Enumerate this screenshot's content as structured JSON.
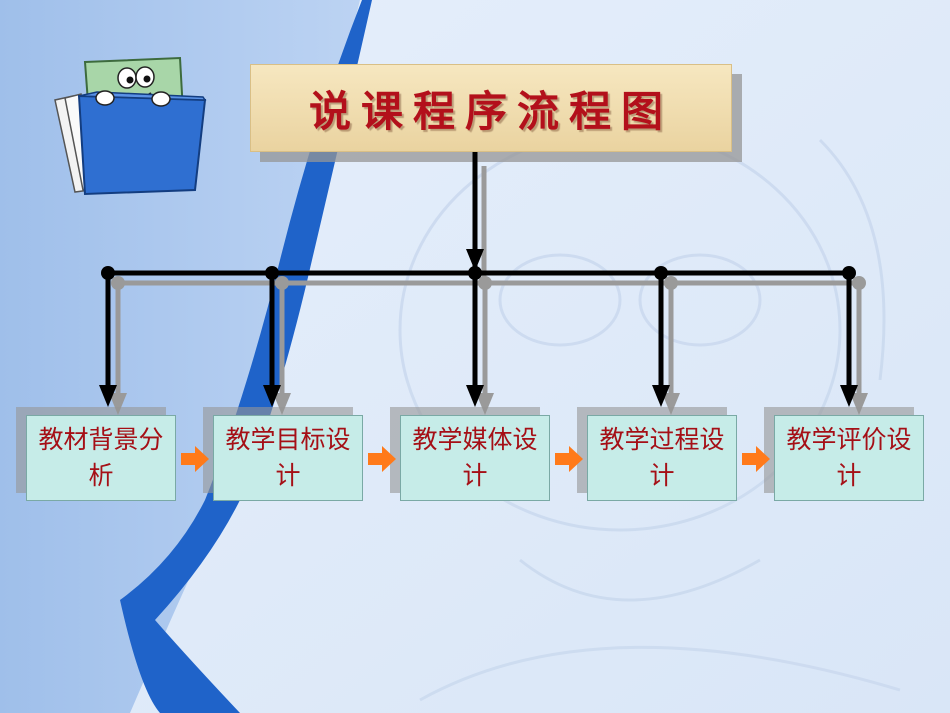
{
  "diagram": {
    "title": "说课程序流程图",
    "nodes": [
      {
        "label": "教材背景分析"
      },
      {
        "label": "教学目标设计"
      },
      {
        "label": "教学媒体设计"
      },
      {
        "label": "教学过程设计"
      },
      {
        "label": "教学评价设计"
      }
    ]
  },
  "colors": {
    "title_text": "#b3101b",
    "node_fill": "#c6ece8",
    "node_text": "#a50f16",
    "connector": "#000000",
    "connector_shadow": "#9a9a9a",
    "flow_arrow": "#ff7a1a",
    "background_light": "#dde9f8",
    "background_mid": "#a9c6ee",
    "background_dark": "#1f63c9"
  },
  "icons": {
    "corner_clipart": "folder-with-smiling-paper-icon"
  }
}
